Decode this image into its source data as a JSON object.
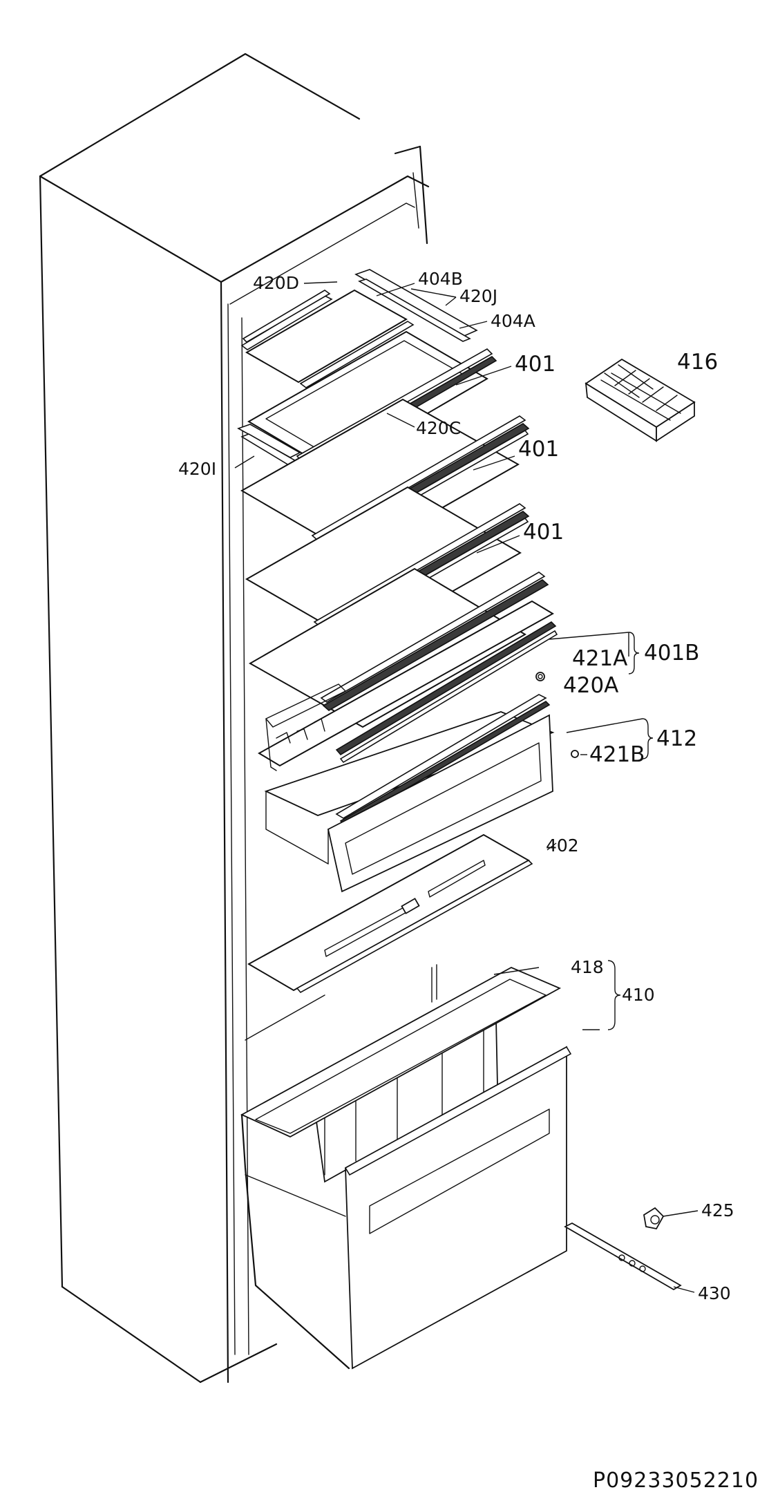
{
  "callouts": {
    "l420D": "420D",
    "l404B": "404B",
    "l420J": "420J",
    "l404A": "404A",
    "l401_1": "401",
    "l416": "416",
    "l420C": "420C",
    "l420I": "420I",
    "l401_2": "401",
    "l401_3": "401",
    "l401B": "401B",
    "l421A": "421A",
    "l420A": "420A",
    "l412": "412",
    "l421B": "421B",
    "l402": "402",
    "l418": "418",
    "l410": "410",
    "l425": "425",
    "l430": "430"
  },
  "drawing_code": "P09233052210"
}
